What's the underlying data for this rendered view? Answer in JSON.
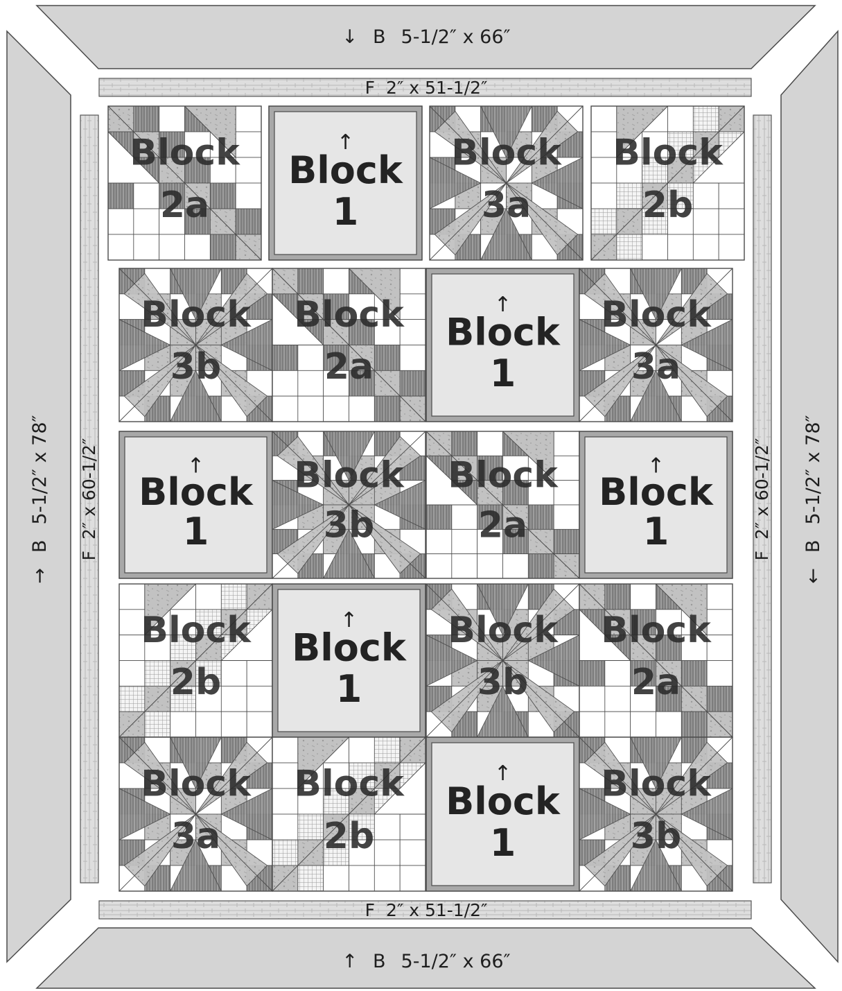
{
  "borders": {
    "top": {
      "arrow": "↓",
      "letter": "B",
      "size": "5-1/2″ x 66″"
    },
    "bottom": {
      "arrow": "↑",
      "letter": "B",
      "size": "5-1/2″ x 66″"
    },
    "left": {
      "arrow": "→",
      "letter": "B",
      "size": "5-1/2″ x 78″"
    },
    "right": {
      "arrow": "←",
      "letter": "B",
      "size": "5-1/2″ x 78″"
    }
  },
  "strips": {
    "top": {
      "letter": "F",
      "size": "2″ x 51-1/2″"
    },
    "bottom": {
      "letter": "F",
      "size": "2″ x 51-1/2″"
    },
    "left": {
      "letter": "F",
      "size": "2″ x 60-1/2″"
    },
    "right": {
      "letter": "F",
      "size": "2″ x 60-1/2″"
    }
  },
  "block_word": "Block",
  "rows": [
    [
      "2a",
      "1",
      "3a",
      "2b"
    ],
    [
      "3b",
      "2a",
      "1",
      "3a"
    ],
    [
      "1",
      "3b",
      "2a",
      "1"
    ],
    [
      "2b",
      "1",
      "3b",
      "2a"
    ],
    [
      "3a",
      "2b",
      "1",
      "3b"
    ]
  ],
  "orientation_arrow": "↑",
  "colors": {
    "border_fill": "#d4d4d4",
    "strip_fill": "#dedede",
    "plain_block_fill": "#e6e6e6",
    "dark_patch": "#8c8c8c",
    "mid_patch": "#bdbdbd",
    "light_patch": "#ffffff",
    "outline": "#4a4a4a"
  }
}
